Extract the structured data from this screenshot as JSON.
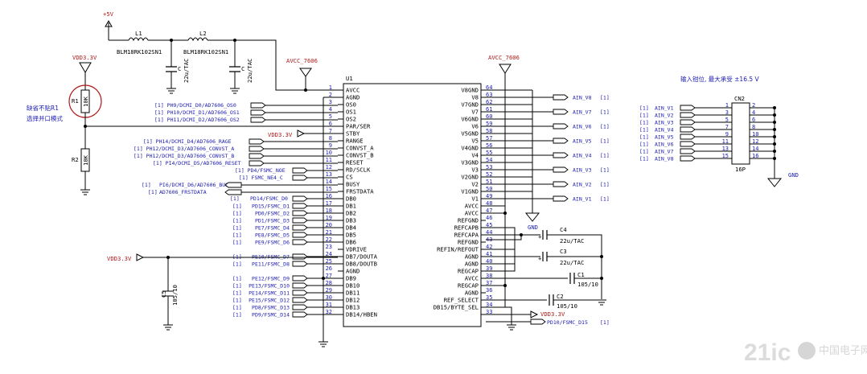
{
  "power": {
    "p5v": "+5V",
    "vdd_left": "VDD3.3V",
    "avcc_a": "AVCC_7606",
    "avcc_b": "AVCC_7606",
    "vdd_mid": "VDD3.3V",
    "vdd_cap": "VDD3.3V",
    "vdd_right": "VDD3.3V",
    "gnd_right": "GND",
    "gnd_cn": "GND"
  },
  "inductors": {
    "l1_ref": "L1",
    "l1_val": "BLM18RK102SN1",
    "l2_ref": "L2",
    "l2_val": "BLM18RK102SN1"
  },
  "caps_top": {
    "c_a_ref": "C",
    "c_a_val": "22u/TAC",
    "c_b_ref": "C",
    "c_b_val": "22u/TAC"
  },
  "resistors": {
    "r1_ref": "R1",
    "r1_val": "10K",
    "r2_ref": "R2",
    "r2_val": "10K"
  },
  "notes": {
    "no_r1": "缺省不贴R1",
    "parallel": "选择并口模式",
    "input_clamp": "输入钳位, 最大承受 ±16.5 V"
  },
  "u1": {
    "ref": "U1",
    "left_pins": [
      {
        "num": "1",
        "name": "AVCC"
      },
      {
        "num": "2",
        "name": "AGND"
      },
      {
        "num": "3",
        "name": "OS0"
      },
      {
        "num": "4",
        "name": "OS1"
      },
      {
        "num": "5",
        "name": "OS2"
      },
      {
        "num": "6",
        "name": "PAR/SER"
      },
      {
        "num": "7",
        "name": "STBY"
      },
      {
        "num": "8",
        "name": "RANGE"
      },
      {
        "num": "9",
        "name": "CONVST_A"
      },
      {
        "num": "10",
        "name": "CONVST_B"
      },
      {
        "num": "11",
        "name": "RESET"
      },
      {
        "num": "12",
        "name": "RD/SCLK"
      },
      {
        "num": "13",
        "name": "CS"
      },
      {
        "num": "14",
        "name": "BUSY"
      },
      {
        "num": "15",
        "name": "FRSTDATA"
      },
      {
        "num": "16",
        "name": "DB0"
      },
      {
        "num": "17",
        "name": "DB1"
      },
      {
        "num": "18",
        "name": "DB2"
      },
      {
        "num": "19",
        "name": "DB3"
      },
      {
        "num": "20",
        "name": "DB4"
      },
      {
        "num": "21",
        "name": "DB5"
      },
      {
        "num": "22",
        "name": "DB6"
      },
      {
        "num": "23",
        "name": "VDRIVE"
      },
      {
        "num": "24",
        "name": "DB7/DOUTA"
      },
      {
        "num": "25",
        "name": "DB8/DOUTB"
      },
      {
        "num": "26",
        "name": "AGND"
      },
      {
        "num": "27",
        "name": "DB9"
      },
      {
        "num": "28",
        "name": "DB10"
      },
      {
        "num": "29",
        "name": "DB11"
      },
      {
        "num": "30",
        "name": "DB12"
      },
      {
        "num": "31",
        "name": "DB13"
      },
      {
        "num": "32",
        "name": "DB14/HBEN"
      }
    ],
    "right_pins": [
      {
        "num": "64",
        "name": "V8GND"
      },
      {
        "num": "63",
        "name": "V8"
      },
      {
        "num": "62",
        "name": "V7GND"
      },
      {
        "num": "61",
        "name": "V7"
      },
      {
        "num": "60",
        "name": "V6GND"
      },
      {
        "num": "59",
        "name": "V6"
      },
      {
        "num": "58",
        "name": "V5GND"
      },
      {
        "num": "57",
        "name": "V5"
      },
      {
        "num": "56",
        "name": "V4GND"
      },
      {
        "num": "55",
        "name": "V4"
      },
      {
        "num": "54",
        "name": "V3GND"
      },
      {
        "num": "53",
        "name": "V3"
      },
      {
        "num": "52",
        "name": "V2GND"
      },
      {
        "num": "51",
        "name": "V2"
      },
      {
        "num": "50",
        "name": "V1GND"
      },
      {
        "num": "49",
        "name": "V1"
      },
      {
        "num": "48",
        "name": "AVCC"
      },
      {
        "num": "47",
        "name": "AVCC"
      },
      {
        "num": "46",
        "name": "REFGND"
      },
      {
        "num": "45",
        "name": "REFCAPB"
      },
      {
        "num": "44",
        "name": "REFCAPA"
      },
      {
        "num": "43",
        "name": "REFGND"
      },
      {
        "num": "42",
        "name": "REFIN/REFOUT"
      },
      {
        "num": "41",
        "name": "AGND"
      },
      {
        "num": "40",
        "name": "AGND"
      },
      {
        "num": "39",
        "name": "REGCAP"
      },
      {
        "num": "38",
        "name": "AVCC"
      },
      {
        "num": "37",
        "name": "REGCAP"
      },
      {
        "num": "36",
        "name": "AGND"
      },
      {
        "num": "35",
        "name": "REF_SELECT"
      },
      {
        "num": "34",
        "name": "DB15/BYTE_SEL"
      },
      {
        "num": "33",
        "name": ""
      }
    ]
  },
  "left_nets": {
    "os0": "[1] PH9/DCMI_D0/AD7606_OS0",
    "os1": "[1] PH10/DCMI_D1/AD7606_OS1",
    "os2": "[1] PH11/DCMI_D2/AD7606_OS2",
    "range": "[1] PH14/DCMI_D4/AD7606_RAGE",
    "conva": "[1] PH12/DCMI_D3/AD7606_CONVST_A",
    "convb": "[1] PH12/DCMI_D3/AD7606_CONVST_B",
    "reset": "[1] PI4/DCMI_D5/AD7606_RESET",
    "noe": "[1] PD4/FSMC_NOE",
    "ne4": "[1] FSMC_NE4_C",
    "busy_tag": "[1]",
    "busy": "PI6/DCMI_D6/AD7606_BUSY",
    "frst_tag": "[1]",
    "frst": "AD7606_FRSTDATA",
    "db0": "PD14/FSMC_D0",
    "db0_tag": "[1]",
    "db_low": [
      {
        "tag": "[1]",
        "net": "PD15/FSMC_D1"
      },
      {
        "tag": "[1]",
        "net": "PD0/FSMC_D2"
      },
      {
        "tag": "[1]",
        "net": "PD1/FSMC_D3"
      },
      {
        "tag": "[1]",
        "net": "PE7/FSMC_D4"
      },
      {
        "tag": "[1]",
        "net": "PE8/FSMC_D5"
      },
      {
        "tag": "[1]",
        "net": "PE9/FSMC_D6"
      }
    ],
    "db_mid": [
      {
        "tag": "[1]",
        "net": "PE10/FSMC_D7"
      },
      {
        "tag": "[1]",
        "net": "PE11/FSMC_D8"
      }
    ],
    "db_high": [
      {
        "tag": "[1]",
        "net": "PE12/FSMC_D9"
      },
      {
        "tag": "[1]",
        "net": "PE13/FSMC_D10"
      },
      {
        "tag": "[1]",
        "net": "PE14/FSMC_D11"
      },
      {
        "tag": "[1]",
        "net": "PE15/FSMC_D12"
      },
      {
        "tag": "[1]",
        "net": "PD8/FSMC_D13"
      },
      {
        "tag": "[1]",
        "net": "PD9/FSMC_D14"
      }
    ],
    "c5_ref": "C5",
    "c5_val": "105/10"
  },
  "right_nets": {
    "ain": [
      {
        "label": "AIN_V8",
        "tag": "[1]"
      },
      {
        "label": "AIN_V7",
        "tag": "[1]"
      },
      {
        "label": "AIN_V6",
        "tag": "[1]"
      },
      {
        "label": "AIN_V5",
        "tag": "[1]"
      },
      {
        "label": "AIN_V4",
        "tag": "[1]"
      },
      {
        "label": "AIN_V3",
        "tag": "[1]"
      },
      {
        "label": "AIN_V2",
        "tag": "[1]"
      },
      {
        "label": "AIN_V1",
        "tag": "[1]"
      }
    ],
    "c4_ref": "C4",
    "c4_val": "22u/TAC",
    "c3_ref": "C3",
    "c3_val": "22u/TAC",
    "c1_ref": "C1",
    "c1_val": "105/10",
    "c2_ref": "C2",
    "c2_val": "105/10",
    "d15": "PD10/FSMC_D15",
    "d15_tag": "[1]"
  },
  "cn2": {
    "ref": "CN2",
    "value": "16P",
    "inputs": [
      {
        "tag": "[1]",
        "label": "AIN_V1"
      },
      {
        "tag": "[1]",
        "label": "AIN_V2"
      },
      {
        "tag": "[1]",
        "label": "AIN_V3"
      },
      {
        "tag": "[1]",
        "label": "AIN_V4"
      },
      {
        "tag": "[1]",
        "label": "AIN_V5"
      },
      {
        "tag": "[1]",
        "label": "AIN_V6"
      },
      {
        "tag": "[1]",
        "label": "AIN_V7"
      },
      {
        "tag": "[1]",
        "label": "AIN_V8"
      }
    ],
    "left_pins": [
      "1",
      "3",
      "5",
      "7",
      "9",
      "11",
      "13",
      "15"
    ],
    "right_pins": [
      "2",
      "4",
      "6",
      "8",
      "10",
      "12",
      "14",
      "16"
    ]
  },
  "watermark": {
    "brand": "21ic",
    "site": "中国电子网"
  }
}
